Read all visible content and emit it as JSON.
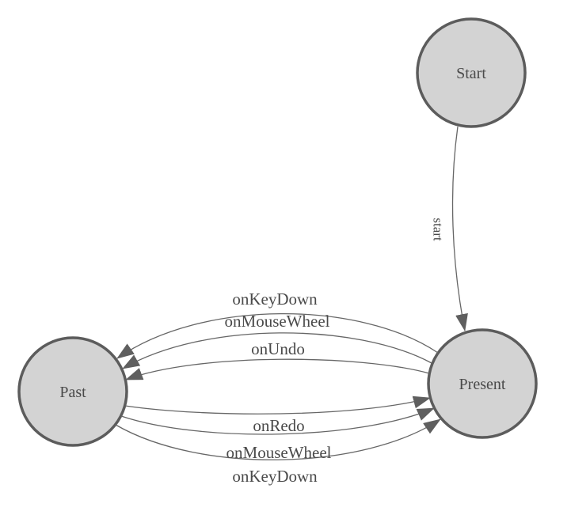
{
  "diagram": {
    "type": "finite-state-machine",
    "nodes": [
      {
        "id": "start",
        "label": "Start"
      },
      {
        "id": "present",
        "label": "Present"
      },
      {
        "id": "past",
        "label": "Past"
      }
    ],
    "edges": [
      {
        "id": "start-to-present",
        "from": "Start",
        "to": "Present",
        "label": "start"
      },
      {
        "id": "present-to-past-onkeydown",
        "from": "Present",
        "to": "Past",
        "label": "onKeyDown"
      },
      {
        "id": "present-to-past-onmousewheel",
        "from": "Present",
        "to": "Past",
        "label": "onMouseWheel"
      },
      {
        "id": "present-to-past-onundo",
        "from": "Present",
        "to": "Past",
        "label": "onUndo"
      },
      {
        "id": "past-to-present-onredo",
        "from": "Past",
        "to": "Present",
        "label": "onRedo"
      },
      {
        "id": "past-to-present-onmousewheel",
        "from": "Past",
        "to": "Present",
        "label": "onMouseWheel"
      },
      {
        "id": "past-to-present-onkeydown",
        "from": "Past",
        "to": "Present",
        "label": "onKeyDown"
      }
    ]
  },
  "colors": {
    "background": "#ffffff",
    "node_fill": "#d3d3d3",
    "node_stroke": "#5c5c5c",
    "edge_stroke": "#666666",
    "arrowhead": "#5f5f5f",
    "label_text": "#4a4a4a"
  }
}
